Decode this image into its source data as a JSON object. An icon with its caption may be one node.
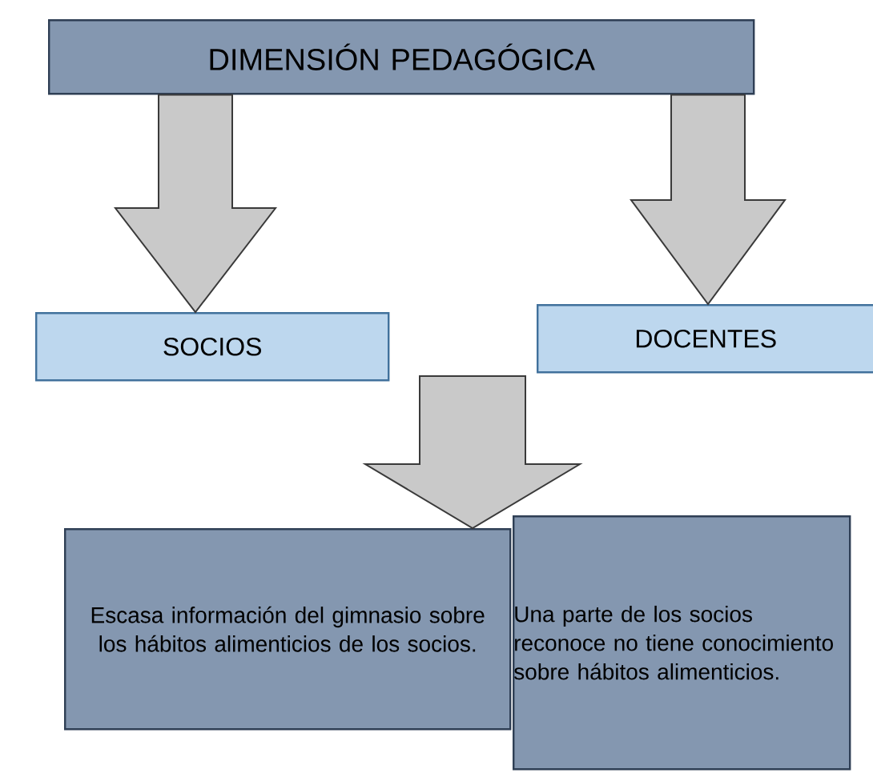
{
  "diagram": {
    "nodes": [
      {
        "text": [
          "DIMENSIÓN PEDAGÓGICA"
        ]
      },
      {
        "text": [
          "SOCIOS"
        ]
      },
      {
        "text": [
          "DOCENTES"
        ]
      },
      {
        "text": [
          "Escasa información del gimnasio sobre los hábitos alimenticios de los socios."
        ]
      },
      {
        "text": [
          "Una parte de los socios reconoce no tiene conocimiento sobre hábitos alimenticios."
        ]
      }
    ],
    "edges": [
      {
        "from": 0,
        "to": 1,
        "arrow": "to"
      },
      {
        "from": 0,
        "to": 2,
        "arrow": "to"
      },
      {
        "from": null,
        "to": 3,
        "arrow": "to"
      }
    ]
  }
}
